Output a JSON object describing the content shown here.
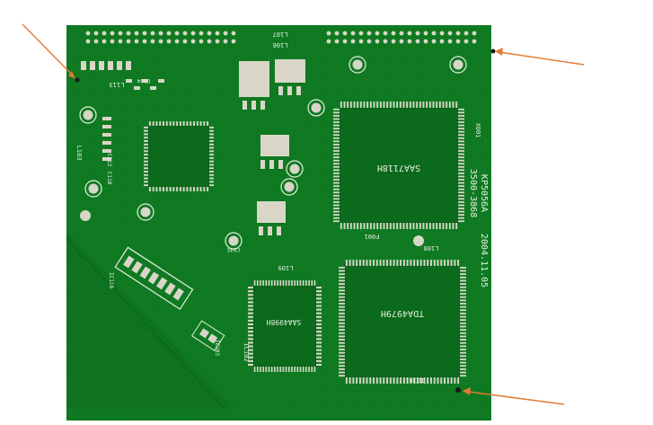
{
  "colors": {
    "background": "#ffffff",
    "board": "#0f7a22",
    "board_dark": "#0a5c18",
    "board_hatch": "#0c6a1d",
    "pad": "#d9d6c8",
    "silkscreen": "#e8efe0",
    "copper_edge": "#c9a85a",
    "arrow": "#e07a32"
  },
  "chips": {
    "big_upper": "SAA7118H",
    "big_lower": "TDA4979H",
    "medium": "SAA4998H"
  },
  "board_text": {
    "part_number": "KP5056A",
    "code": "3500-3868",
    "date": "2004.11.05"
  },
  "labels": {
    "ic1": "IC102",
    "ic2": "IC103",
    "ic3": "IC110",
    "ic4": "IC101",
    "l106": "L106",
    "l107": "L107",
    "l108": "L108",
    "l109": "L109",
    "l103": "L103",
    "l113": "L113",
    "f001": "F001",
    "c110": "C110",
    "c113": "C113",
    "c104": "C104",
    "c045": "C045",
    "x001": "X001"
  }
}
